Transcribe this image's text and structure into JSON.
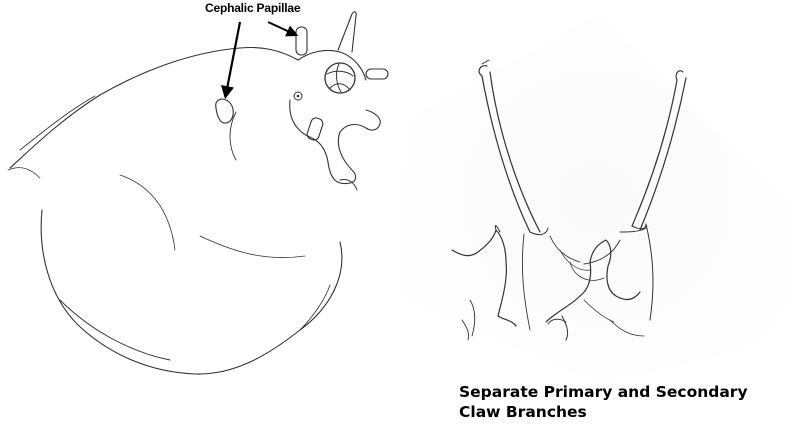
{
  "figure": {
    "annotation_label": "Cephalic Papillae",
    "caption_line1": "Separate Primary and Secondary",
    "caption_line2": "Claw Branches"
  },
  "colors": {
    "background": "#ffffff",
    "ink": "#000000",
    "pencil": "#333333",
    "panel_fade": "#f4f4f4"
  },
  "panels": {
    "left": "tardigrade-head-sketch",
    "right": "claw-sketch"
  }
}
